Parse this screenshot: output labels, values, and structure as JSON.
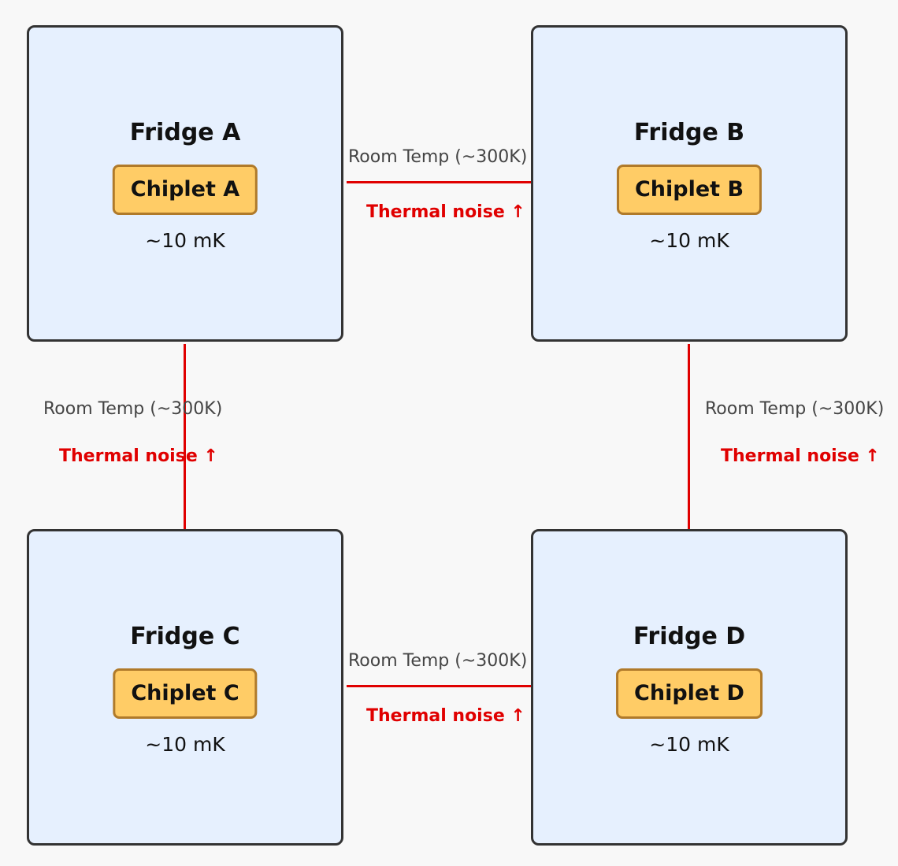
{
  "fridges": [
    {
      "title": "Fridge A",
      "chiplet": "Chiplet A",
      "temp": "~10 mK"
    },
    {
      "title": "Fridge B",
      "chiplet": "Chiplet B",
      "temp": "~10 mK"
    },
    {
      "title": "Fridge C",
      "chiplet": "Chiplet C",
      "temp": "~10 mK"
    },
    {
      "title": "Fridge D",
      "chiplet": "Chiplet D",
      "temp": "~10 mK"
    }
  ],
  "links": [
    {
      "from": "Fridge A",
      "to": "Fridge B",
      "room_temp": "Room Temp (~300K)",
      "noise": "Thermal noise ↑"
    },
    {
      "from": "Fridge A",
      "to": "Fridge C",
      "room_temp": "Room Temp (~300K)",
      "noise": "Thermal noise ↑"
    },
    {
      "from": "Fridge B",
      "to": "Fridge D",
      "room_temp": "Room Temp (~300K)",
      "noise": "Thermal noise ↑"
    },
    {
      "from": "Fridge C",
      "to": "Fridge D",
      "room_temp": "Room Temp (~300K)",
      "noise": "Thermal noise ↑"
    }
  ],
  "colors": {
    "background": "#f8f8f8",
    "fridge_fill": "#e6f0fe",
    "fridge_border": "#333333",
    "chiplet_fill": "#ffcc66",
    "chiplet_border": "#b07a2a",
    "link": "#e00000",
    "room_temp_text": "#444444"
  }
}
